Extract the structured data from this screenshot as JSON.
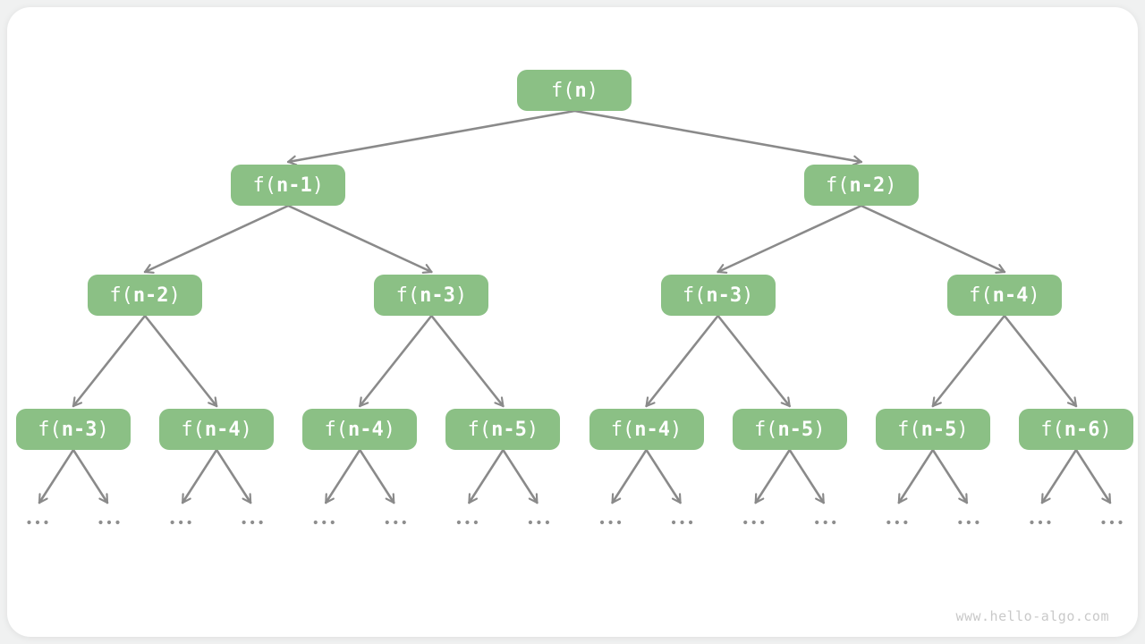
{
  "page": {
    "background": "#f0f1f1",
    "card_background": "#ffffff"
  },
  "watermark": {
    "text": "www.hello-algo.com",
    "color": "#c9c9c9"
  },
  "diagram": {
    "type": "recursion-tree",
    "node_fill": "#8bc085",
    "node_text_color": "#ffffff",
    "arrow_color": "#8a8a8a",
    "dot_color": "#8e8e8e",
    "ellipsis": "...",
    "tree": {
      "label": "f(n)",
      "emphasis": "n",
      "children": [
        {
          "label": "f(n-1)",
          "emphasis": "n-1",
          "children": [
            {
              "label": "f(n-2)",
              "emphasis": "n-2",
              "children": [
                {
                  "label": "f(n-3)",
                  "emphasis": "n-3"
                },
                {
                  "label": "f(n-4)",
                  "emphasis": "n-4"
                }
              ]
            },
            {
              "label": "f(n-3)",
              "emphasis": "n-3",
              "children": [
                {
                  "label": "f(n-4)",
                  "emphasis": "n-4"
                },
                {
                  "label": "f(n-5)",
                  "emphasis": "n-5"
                }
              ]
            }
          ]
        },
        {
          "label": "f(n-2)",
          "emphasis": "n-2",
          "children": [
            {
              "label": "f(n-3)",
              "emphasis": "n-3",
              "children": [
                {
                  "label": "f(n-4)",
                  "emphasis": "n-4"
                },
                {
                  "label": "f(n-5)",
                  "emphasis": "n-5"
                }
              ]
            },
            {
              "label": "f(n-4)",
              "emphasis": "n-4",
              "children": [
                {
                  "label": "f(n-5)",
                  "emphasis": "n-5"
                },
                {
                  "label": "f(n-6)",
                  "emphasis": "n-6"
                }
              ]
            }
          ]
        }
      ]
    }
  }
}
